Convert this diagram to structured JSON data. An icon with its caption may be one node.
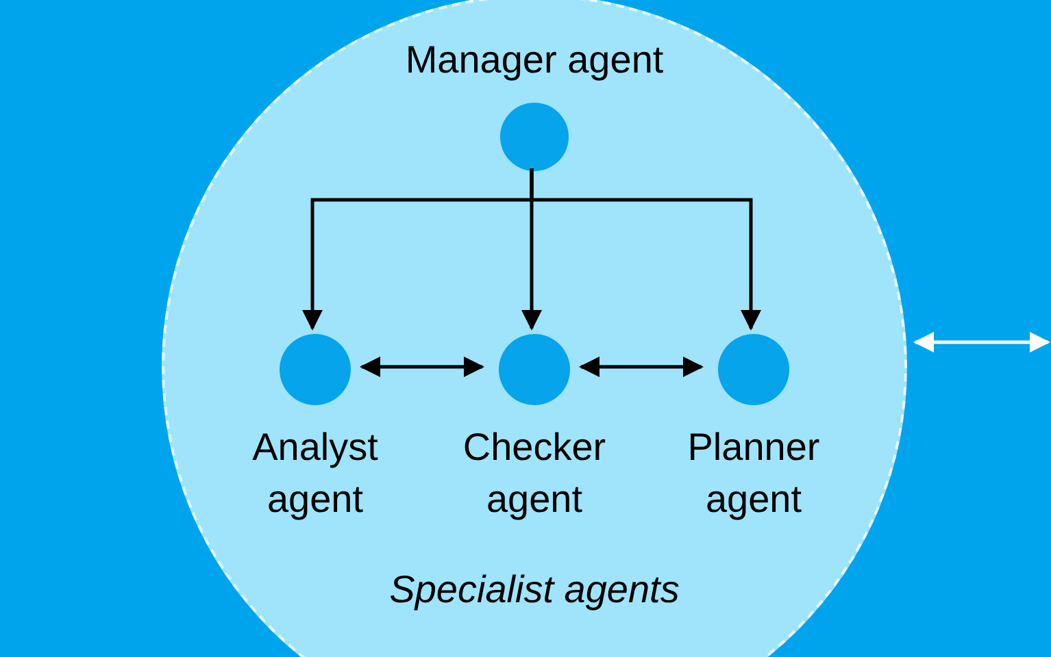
{
  "diagram": {
    "nodes": [
      {
        "text": [
          "Specialist agents"
        ]
      },
      {
        "text": [
          "Manager agent"
        ],
        "in": 0
      },
      {
        "text": [
          "Analyst agent"
        ],
        "in": 0
      },
      {
        "text": [
          "Checker agent"
        ],
        "in": 0
      },
      {
        "text": [
          "Planner agent"
        ],
        "in": 0
      }
    ],
    "edges": [
      {
        "from": 1,
        "to": 2,
        "arrow": "to"
      },
      {
        "from": 1,
        "to": 3,
        "arrow": "to"
      },
      {
        "from": 1,
        "to": 4,
        "arrow": "to"
      },
      {
        "from": 2,
        "to": 3,
        "arrow": "both"
      },
      {
        "from": 3,
        "to": 4,
        "arrow": "both"
      },
      {
        "from": 0,
        "to": null,
        "arrow": "both",
        "color": "#ffffff"
      }
    ]
  }
}
